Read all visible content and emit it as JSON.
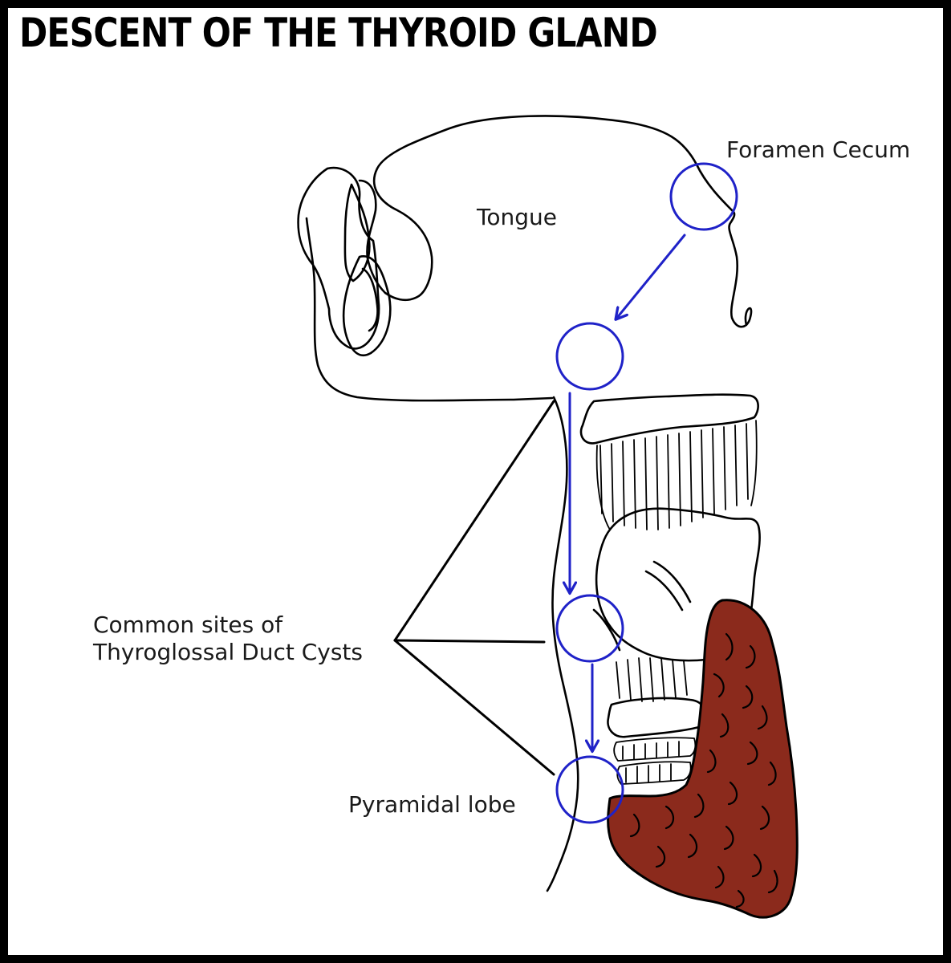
{
  "title": "DESCENT OF THE THYROID GLAND",
  "labels": {
    "foramen_cecum": "Foramen Cecum",
    "tongue": "Tongue",
    "common_sites_line1": "Common sites of",
    "common_sites_line2": "Thyroglossal Duct Cysts",
    "pyramidal_lobe": "Pyramidal lobe"
  },
  "colors": {
    "background": "#ffffff",
    "border": "#000000",
    "outline": "#000000",
    "migration_path": "#1f22c8",
    "thyroid_gland": "#8b2a1c"
  }
}
